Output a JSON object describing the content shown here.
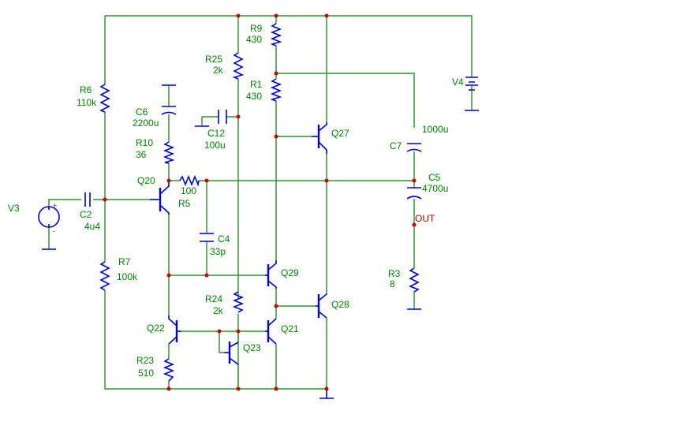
{
  "schematic": {
    "components": [
      {
        "ref": "R9",
        "value": "430"
      },
      {
        "ref": "R25",
        "value": "2k"
      },
      {
        "ref": "R1",
        "value": "430"
      },
      {
        "ref": "R6",
        "value": "110k"
      },
      {
        "ref": "C6",
        "value": "2200u"
      },
      {
        "ref": "C12",
        "value": "100u"
      },
      {
        "ref": "R10",
        "value": "36"
      },
      {
        "ref": "Q27",
        "value": ""
      },
      {
        "ref": "C7",
        "value": "1000u"
      },
      {
        "ref": "V4",
        "value": ""
      },
      {
        "ref": "Q20",
        "value": ""
      },
      {
        "ref": "R5",
        "value": "100"
      },
      {
        "ref": "C5",
        "value": "4700u"
      },
      {
        "ref": "V3",
        "value": ""
      },
      {
        "ref": "C2",
        "value": "4u4"
      },
      {
        "ref": "C4",
        "value": "33p"
      },
      {
        "ref": "R7",
        "value": "100k"
      },
      {
        "ref": "Q29",
        "value": ""
      },
      {
        "ref": "R3",
        "value": "8"
      },
      {
        "ref": "R24",
        "value": "2k"
      },
      {
        "ref": "Q28",
        "value": ""
      },
      {
        "ref": "Q22",
        "value": ""
      },
      {
        "ref": "Q21",
        "value": ""
      },
      {
        "ref": "Q23",
        "value": ""
      },
      {
        "ref": "R23",
        "value": "510"
      }
    ],
    "net_labels": {
      "out": "OUT"
    },
    "source_polarity": {
      "plus": "+",
      "minus": "-"
    },
    "colors": {
      "wire": "#008000",
      "component": "#0000cc",
      "node": "#cc0000",
      "label": "#008000",
      "net_label": "#990000"
    }
  }
}
